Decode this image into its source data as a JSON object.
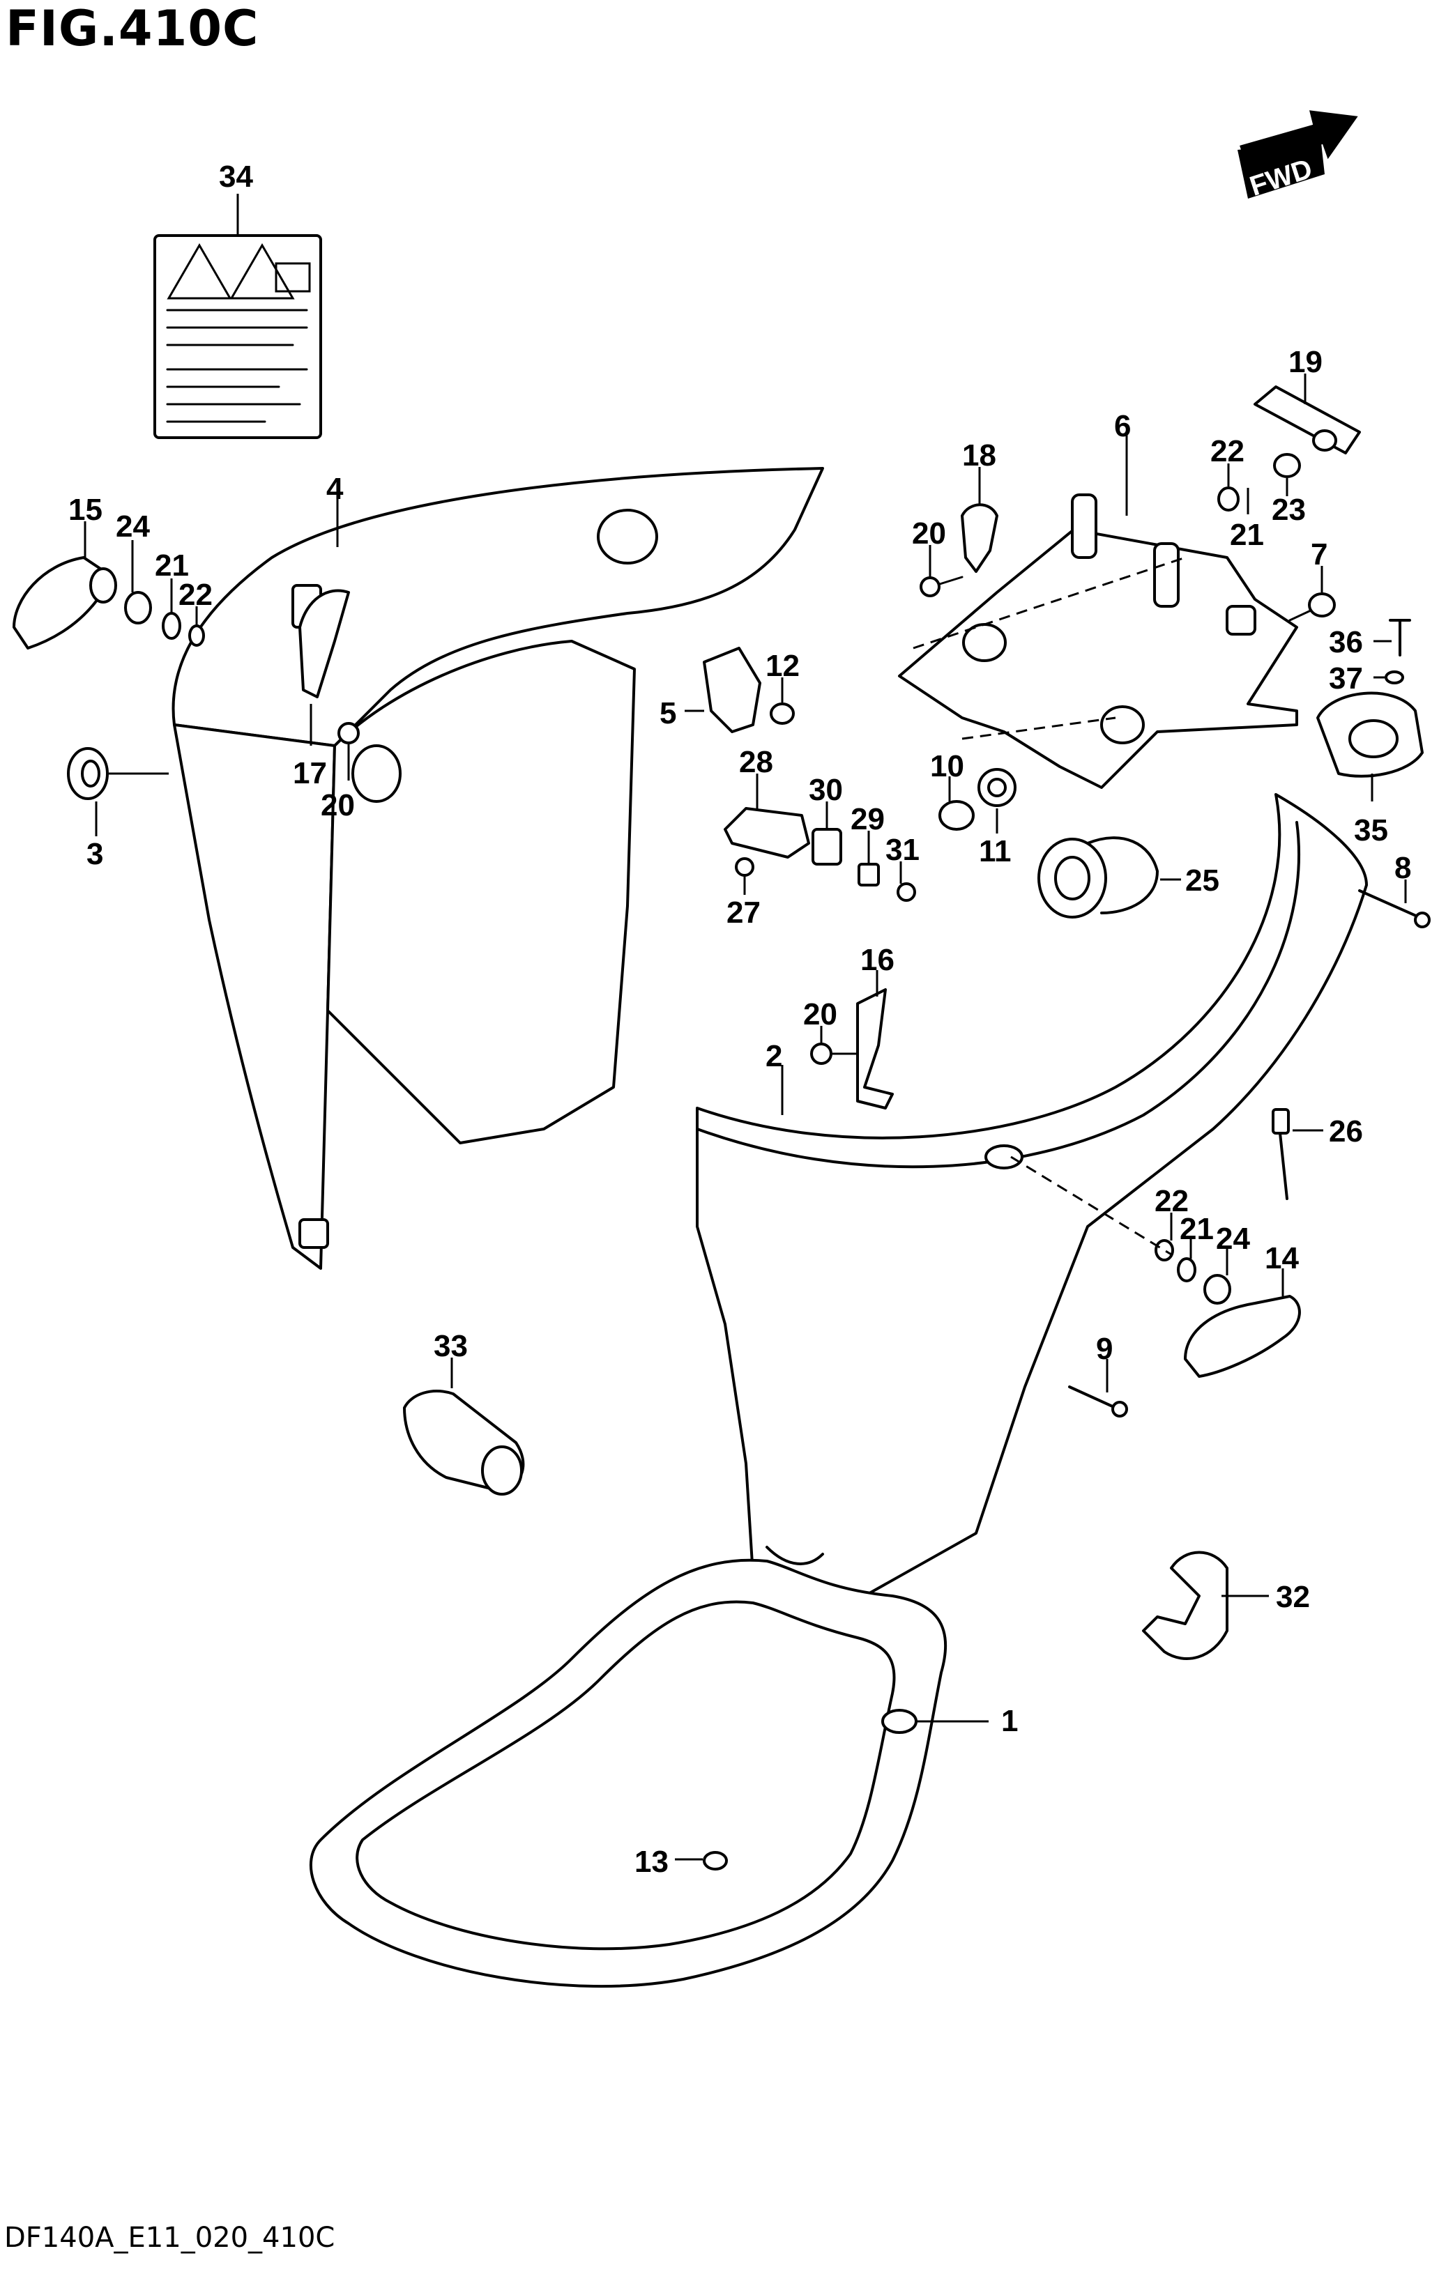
{
  "figure": {
    "title": "FIG.410C",
    "drawing_code": "DF140A_E11_020_410C",
    "direction_label": "FWD"
  },
  "callouts": {
    "p1": "1",
    "p2": "2",
    "p3": "3",
    "p4": "4",
    "p5": "5",
    "p6": "6",
    "p7": "7",
    "p8": "8",
    "p9": "9",
    "p10": "10",
    "p11": "11",
    "p12": "12",
    "p13": "13",
    "p14": "14",
    "p15": "15",
    "p16": "16",
    "p17": "17",
    "p18": "18",
    "p19": "19",
    "p20a": "20",
    "p20b": "20",
    "p20c": "20",
    "p21a": "21",
    "p21b": "21",
    "p21c": "21",
    "p22a": "22",
    "p22b": "22",
    "p22c": "22",
    "p23": "23",
    "p24a": "24",
    "p24b": "24",
    "p25": "25",
    "p26": "26",
    "p27": "27",
    "p28": "28",
    "p29": "29",
    "p30": "30",
    "p31": "31",
    "p32": "32",
    "p33": "33",
    "p34": "34",
    "p35": "35",
    "p36": "36",
    "p37": "37"
  }
}
